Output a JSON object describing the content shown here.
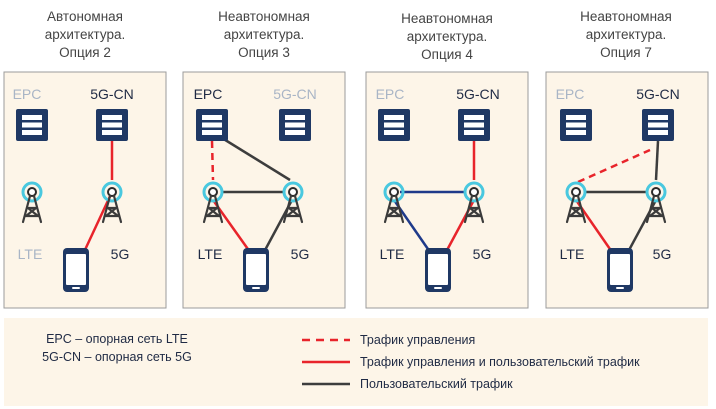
{
  "colors": {
    "panel_fill": "#fdf5e8",
    "panel_border": "#9b9b9b",
    "server_fill": "#1f3864",
    "antenna_ring": "#49c8df",
    "control_line": "#e8242b",
    "user_line": "#3d3d3d",
    "lte_5g_link": "#1f3a8a",
    "inactive_text": "#a9b5c6"
  },
  "panels": [
    {
      "title": [
        "Автономная",
        "архитектура.",
        "Опция 2"
      ],
      "epc": "EPC",
      "core5g": "5G-CN",
      "lte": "LTE",
      "nr": "5G",
      "active_core": "5G-CN",
      "lte_active": false
    },
    {
      "title": [
        "Неавтономная",
        "архитектура.",
        "Опция 3"
      ],
      "epc": "EPC",
      "core5g": "5G-CN",
      "lte": "LTE",
      "nr": "5G",
      "active_core": "EPC",
      "lte_active": true
    },
    {
      "title": [
        "Неавтономная",
        "архитектура.",
        "Опция 4"
      ],
      "epc": "EPC",
      "core5g": "5G-CN",
      "lte": "LTE",
      "nr": "5G",
      "active_core": "5G-CN",
      "lte_active": true
    },
    {
      "title": [
        "Неавтономная",
        "архитектура.",
        "Опция 7"
      ],
      "epc": "EPC",
      "core5g": "5G-CN",
      "lte": "LTE",
      "nr": "5G",
      "active_core": "5G-CN",
      "lte_active": true
    }
  ],
  "legend": {
    "epc_def": "EPC – опорная сеть LTE",
    "cn_def": "5G-CN – опорная сеть 5G",
    "control": "Трафик управления",
    "control_user": "Трафик управления и пользовательский трафик",
    "user": "Пользовательский трафик"
  }
}
